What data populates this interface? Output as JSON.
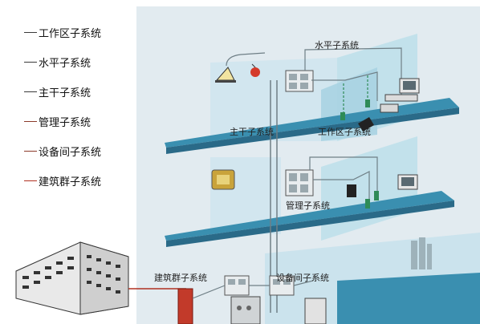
{
  "legend": {
    "items": [
      {
        "label": "工作区子系统",
        "color": "#3a3a3a"
      },
      {
        "label": "水平子系统",
        "color": "#3a3a3a"
      },
      {
        "label": "主干子系统",
        "color": "#3a3a3a"
      },
      {
        "label": "管理子系统",
        "color": "#8b3a2a"
      },
      {
        "label": "设备间子系统",
        "color": "#8b3a2a"
      },
      {
        "label": "建筑群子系统",
        "color": "#b03020"
      }
    ]
  },
  "diagram": {
    "labels": {
      "horizontal": "水平子系统",
      "backbone": "主干子系统",
      "work_area": "工作区子系统",
      "management": "管理子系统",
      "campus": "建筑群子系统",
      "equipment_room": "设备间子系统"
    }
  },
  "colors": {
    "floor_top": "#3a8fb0",
    "floor_edge": "#2a6a88",
    "wall": "#c9e4ee",
    "background": "#dfe8ee",
    "cable_gray": "#7a8a90",
    "cable_red": "#b03020",
    "cable_green": "#2e8b57"
  }
}
